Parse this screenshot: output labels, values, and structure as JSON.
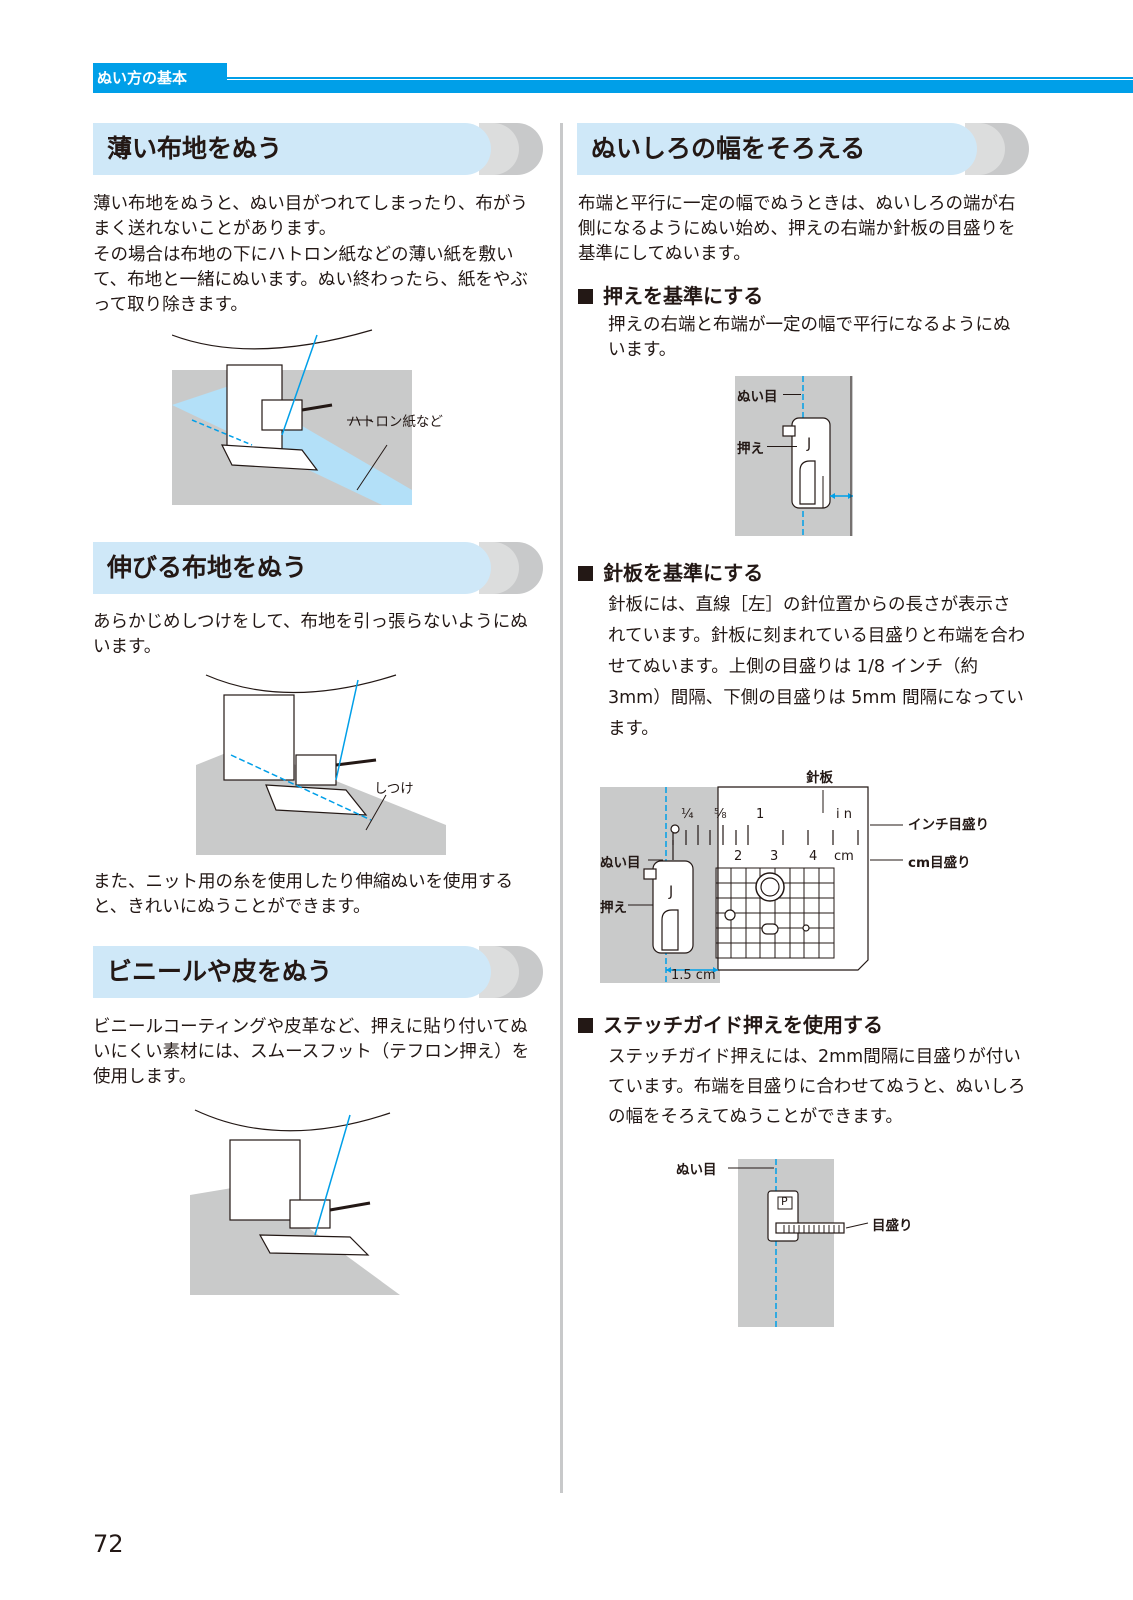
{
  "header": {
    "section": "ぬい方の基本"
  },
  "left": {
    "s1": {
      "title": "薄い布地をぬう",
      "p1": "薄い布地をぬうと、ぬい目がつれてしまったり、布がうまく送れないことがあります。",
      "p2": "その場合は布地の下にハトロン紙などの薄い紙を敷いて、布地と一緒にぬいます。ぬい終わったら、紙をやぶって取り除きます。",
      "fig_label": "ハトロン紙など"
    },
    "s2": {
      "title": "伸びる布地をぬう",
      "p1": "あらかじめしつけをして、布地を引っ張らないようにぬいます。",
      "fig_label": "しつけ",
      "p2": "また、ニット用の糸を使用したり伸縮ぬいを使用すると、きれいにぬうことができます。"
    },
    "s3": {
      "title": "ビニールや皮をぬう",
      "p1": "ビニールコーティングや皮革など、押えに貼り付いてぬいにくい素材には、スムースフット（テフロン押え）を使用します。"
    }
  },
  "right": {
    "title": "ぬいしろの幅をそろえる",
    "intro": "布端と平行に一定の幅でぬうときは、ぬいしろの端が右側になるようにぬい始め、押えの右端か針板の目盛りを基準にしてぬいます。",
    "sub1": {
      "heading": "押えを基準にする",
      "text": "押えの右端と布端が一定の幅で平行になるようにぬいます。",
      "label_stitch": "ぬい目",
      "label_foot": "押え",
      "foot_letter": "J"
    },
    "sub2": {
      "heading": "針板を基準にする",
      "text": "針板には、直線［左］の針位置からの長さが表示されています。針板に刻まれている目盛りと布端を合わせてぬいます。上側の目盛りは 1/8 インチ（約 3mm）間隔、下側の目盛りは 5mm 間隔になっています。",
      "label_plate": "針板",
      "label_inch": "インチ目盛り",
      "label_cm": "cm目盛り",
      "label_stitch": "ぬい目",
      "label_foot": "押え",
      "foot_letter": "J",
      "dist": "1.5 cm",
      "t_quarter": "¼",
      "t_five8": "⅝",
      "t_1": "1",
      "t_in": "i n",
      "t_2": "2",
      "t_3": "3",
      "t_4": "4",
      "t_cm": "cm"
    },
    "sub3": {
      "heading": "ステッチガイド押えを使用する",
      "text": "ステッチガイド押えには、2mm間隔に目盛りが付いています。布端を目盛りに合わせてぬうと、ぬいしろの幅をそろえてぬうことができます。",
      "label_stitch": "ぬい目",
      "label_scale": "目盛り",
      "foot_letter": "P"
    }
  },
  "page_number": "72",
  "colors": {
    "accent": "#009fe8",
    "heading_bg": "#cfe8f8",
    "figure_gray": "#c9caca"
  }
}
